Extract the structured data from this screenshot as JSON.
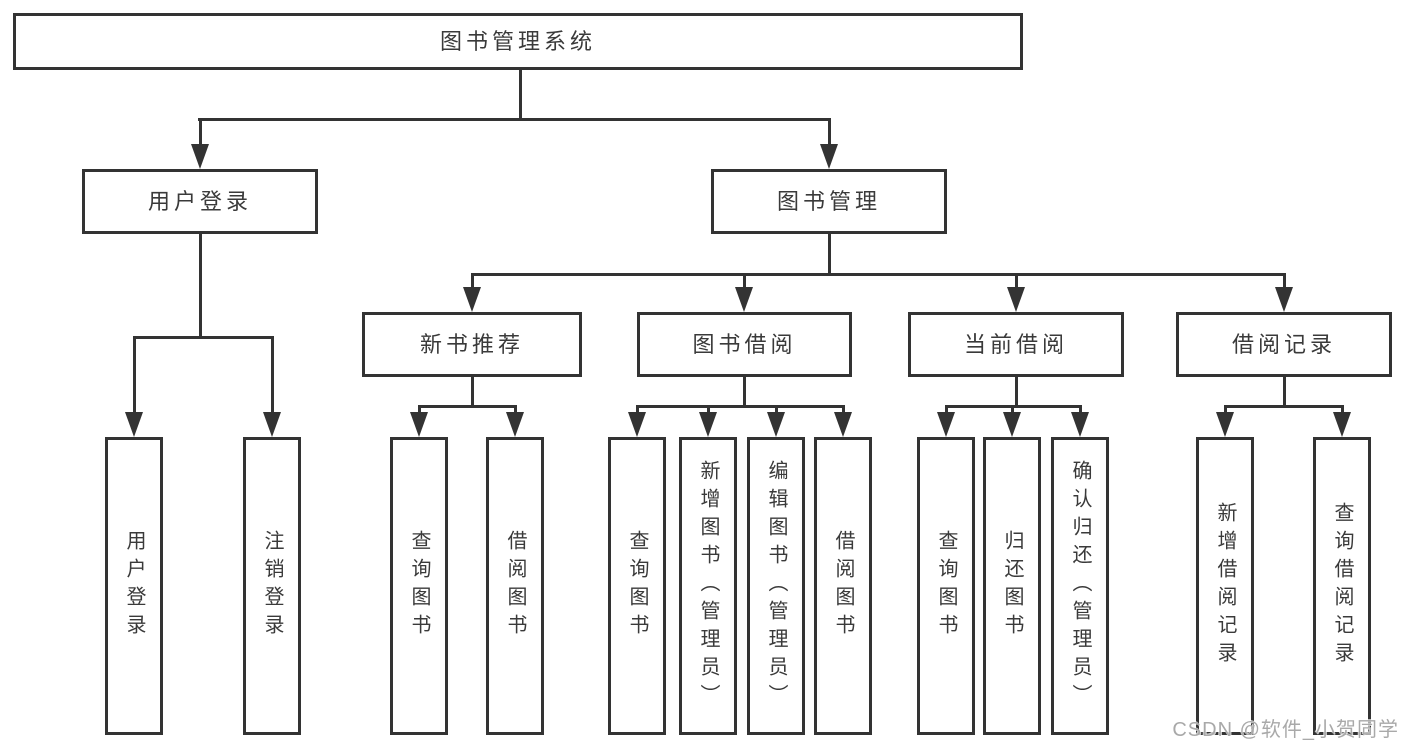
{
  "tree": {
    "root": {
      "label": "图书管理系统",
      "children": [
        {
          "label": "用户登录",
          "children": [
            {
              "label": "用户登录"
            },
            {
              "label": "注销登录"
            }
          ]
        },
        {
          "label": "图书管理",
          "children": [
            {
              "label": "新书推荐",
              "children": [
                {
                  "label": "查询图书"
                },
                {
                  "label": "借阅图书"
                }
              ]
            },
            {
              "label": "图书借阅",
              "children": [
                {
                  "label": "查询图书"
                },
                {
                  "label": "新增图书（管理员）"
                },
                {
                  "label": "编辑图书（管理员）"
                },
                {
                  "label": "借阅图书"
                }
              ]
            },
            {
              "label": "当前借阅",
              "children": [
                {
                  "label": "查询图书"
                },
                {
                  "label": "归还图书"
                },
                {
                  "label": "确认归还（管理员）"
                }
              ]
            },
            {
              "label": "借阅记录",
              "children": [
                {
                  "label": "新增借阅记录"
                },
                {
                  "label": "查询借阅记录"
                }
              ]
            }
          ]
        }
      ]
    }
  },
  "watermark": {
    "text": "CSDN @软件_小贺同学"
  },
  "colors": {
    "line": "#333333",
    "text": "#3a3a3a",
    "watermark": "#a9a9a9",
    "background": "#ffffff"
  }
}
